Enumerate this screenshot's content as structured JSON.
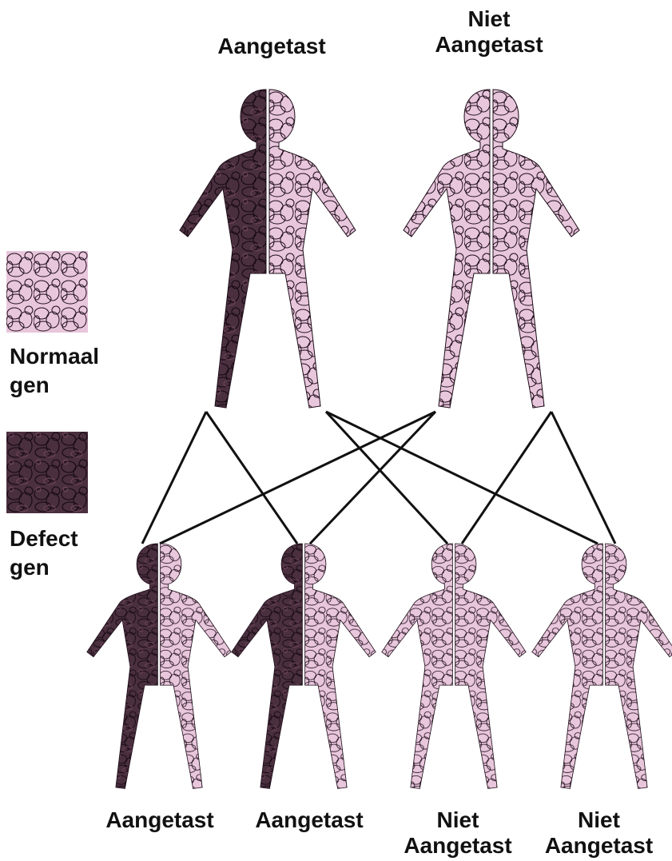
{
  "parents": {
    "affected": {
      "label": "Aangetast"
    },
    "unaffected": {
      "label_line1": "Niet",
      "label_line2": "Aangetast"
    }
  },
  "children": [
    {
      "label_line1": "Aangetast",
      "label_line2": ""
    },
    {
      "label_line1": "Aangetast",
      "label_line2": ""
    },
    {
      "label_line1": "Niet",
      "label_line2": "Aangetast"
    },
    {
      "label_line1": "Niet",
      "label_line2": "Aangetast"
    }
  ],
  "legend": {
    "normal": {
      "label_line1": "Normaal",
      "label_line2": "gen",
      "color": "#e8c6dc"
    },
    "defect": {
      "label_line1": "Defect",
      "label_line2": "gen",
      "color": "#4a2f3f"
    }
  },
  "colors": {
    "normal_fill": "#e8c6dc",
    "defect_fill": "#4a2f3f",
    "scribble": "#1d0d18",
    "line": "#111111"
  }
}
